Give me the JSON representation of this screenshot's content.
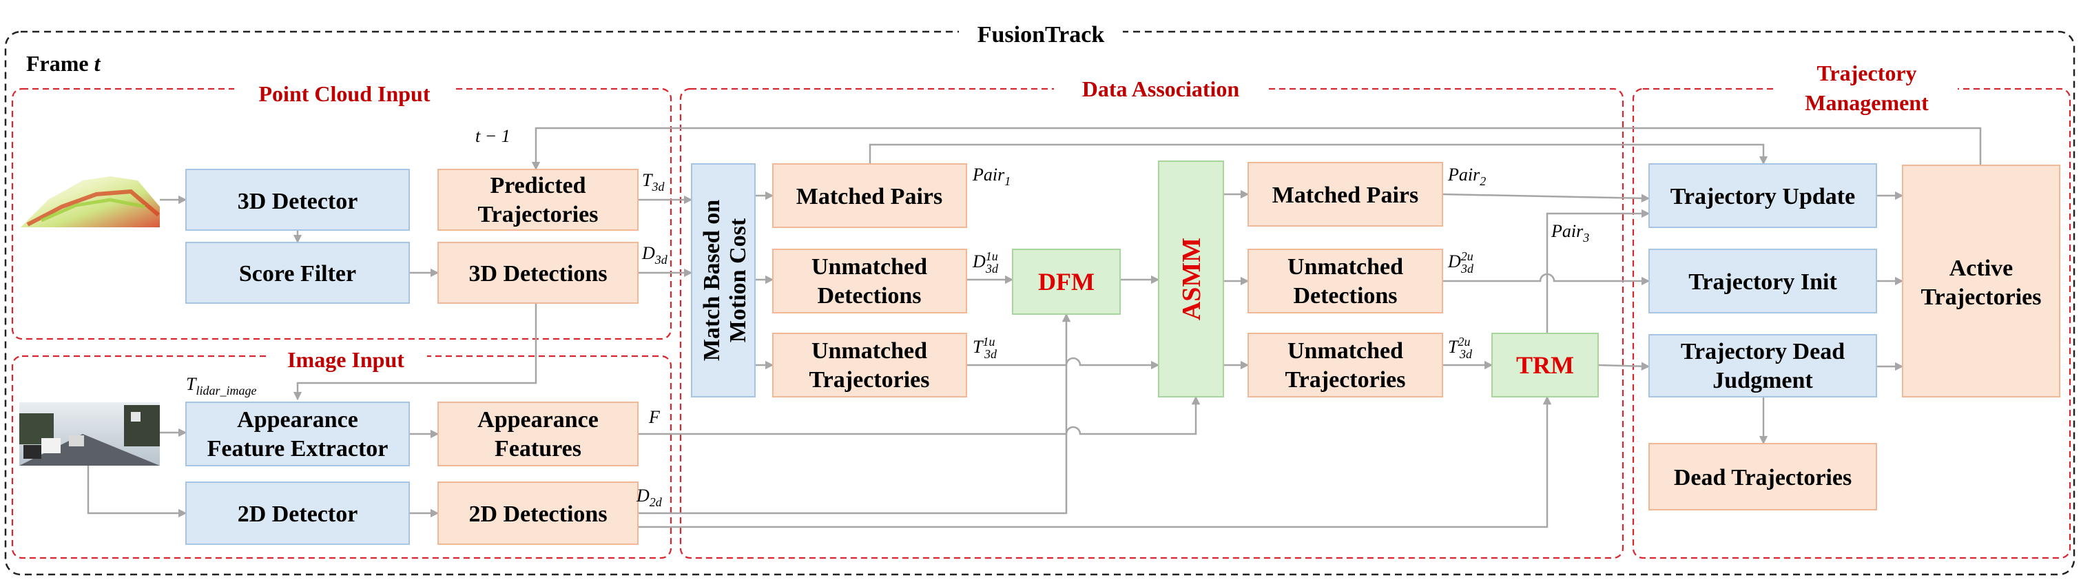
{
  "title": "FusionTrack",
  "frame_label": {
    "prefix": "Frame",
    "var": "t"
  },
  "sections": {
    "point_cloud": "Point Cloud Input",
    "image": "Image Input",
    "data_association": "Data Association",
    "trajectory_management_line1": "Trajectory",
    "trajectory_management_line2": "Management"
  },
  "colors": {
    "blue_fill": "#dae8f5",
    "blue_stroke": "#a6c5e4",
    "orange_fill": "#fce4d5",
    "orange_stroke": "#f2b896",
    "green_fill": "#d9f0d3",
    "green_stroke": "#a7d59b",
    "red_text": "#c00000",
    "red_dash": "#d9252d",
    "black_dash": "#222222",
    "arrow": "#a6a6a6"
  },
  "boxes": {
    "detector_3d": "3D Detector",
    "score_filter": "Score Filter",
    "predicted_traj_1": "Predicted",
    "predicted_traj_2": "Trajectories",
    "detections_3d": "3D Detections",
    "appearance_extractor_1": "Appearance",
    "appearance_extractor_2": "Feature Extractor",
    "appearance_features_1": "Appearance",
    "appearance_features_2": "Features",
    "detector_2d": "2D Detector",
    "detections_2d": "2D Detections",
    "match_motion_1": "Match Based on",
    "match_motion_2": "Motion Cost",
    "matched_pairs_1": "Matched Pairs",
    "unmatched_det_1a": "Unmatched",
    "unmatched_det_1b": "Detections",
    "unmatched_traj_1a": "Unmatched",
    "unmatched_traj_1b": "Trajectories",
    "dfm": "DFM",
    "asmm": "ASMM",
    "matched_pairs_2": "Matched Pairs",
    "unmatched_det_2a": "Unmatched",
    "unmatched_det_2b": "Detections",
    "unmatched_traj_2a": "Unmatched",
    "unmatched_traj_2b": "Trajectories",
    "trm": "TRM",
    "traj_update": "Trajectory Update",
    "traj_init": "Trajectory Init",
    "traj_dead_1": "Trajectory Dead",
    "traj_dead_2": "Judgment",
    "dead_traj": "Dead Trajectories",
    "active_traj_1": "Active",
    "active_traj_2": "Trajectories"
  },
  "math_labels": {
    "t_minus_1": {
      "base": "t − 1"
    },
    "t3d": {
      "base": "T",
      "sub": "3d"
    },
    "d3d": {
      "base": "D",
      "sub": "3d"
    },
    "t_lidar_image": {
      "base": "T",
      "sub": "lidar_image"
    },
    "f": {
      "base": "F"
    },
    "d2d": {
      "base": "D",
      "sub": "2d"
    },
    "pair1": {
      "base": "Pair",
      "sub": "1"
    },
    "d3d1u": {
      "base": "D",
      "sub": "3d",
      "sup": "1u"
    },
    "t3d1u": {
      "base": "T",
      "sub": "3d",
      "sup": "1u"
    },
    "pair2": {
      "base": "Pair",
      "sub": "2"
    },
    "pair3": {
      "base": "Pair",
      "sub": "3"
    },
    "d3d2u": {
      "base": "D",
      "sub": "3d",
      "sup": "2u"
    },
    "t3d2u": {
      "base": "T",
      "sub": "3d",
      "sup": "2u"
    }
  }
}
